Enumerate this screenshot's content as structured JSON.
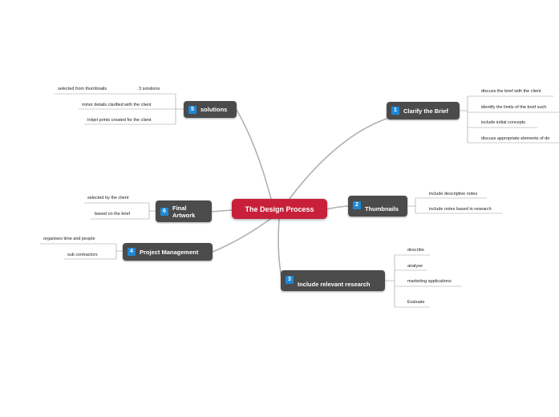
{
  "colors": {
    "central": "#c8203a",
    "node": "#4b4b4b",
    "badge": "#1e88d6",
    "link": "#b8b8b8"
  },
  "central": {
    "label": "The Design Process"
  },
  "branches": {
    "clarify": {
      "number": "1",
      "label": "Clarify the Brief",
      "leaves": [
        "discuss the brief with the client",
        "identify the limits of the brief such",
        "include initial concepts",
        "discuss appropriate elements of de"
      ]
    },
    "thumbnails": {
      "number": "2",
      "label": "Thumbnails",
      "leaves": [
        "include descriptive notes",
        "include notes based in research"
      ]
    },
    "research": {
      "number": "3",
      "label": "Include relevant research",
      "leaves": [
        "describe",
        "analyse",
        "marketing applications",
        "Evaluate"
      ]
    },
    "project": {
      "number": "4",
      "label": "Project Management",
      "leaves": [
        "organises time and people",
        "sub contractors"
      ]
    },
    "solutions": {
      "number": "5",
      "label": "solutions",
      "leaves": [
        "selected from thumbnails",
        "3 solutions",
        "minor details clarified with the client",
        "Inkjet prints created for the client"
      ]
    },
    "final": {
      "number": "6",
      "label_line1": "Final",
      "label_line2": "Artwork",
      "leaves": [
        "selected by the client",
        "based on the brief"
      ]
    }
  }
}
